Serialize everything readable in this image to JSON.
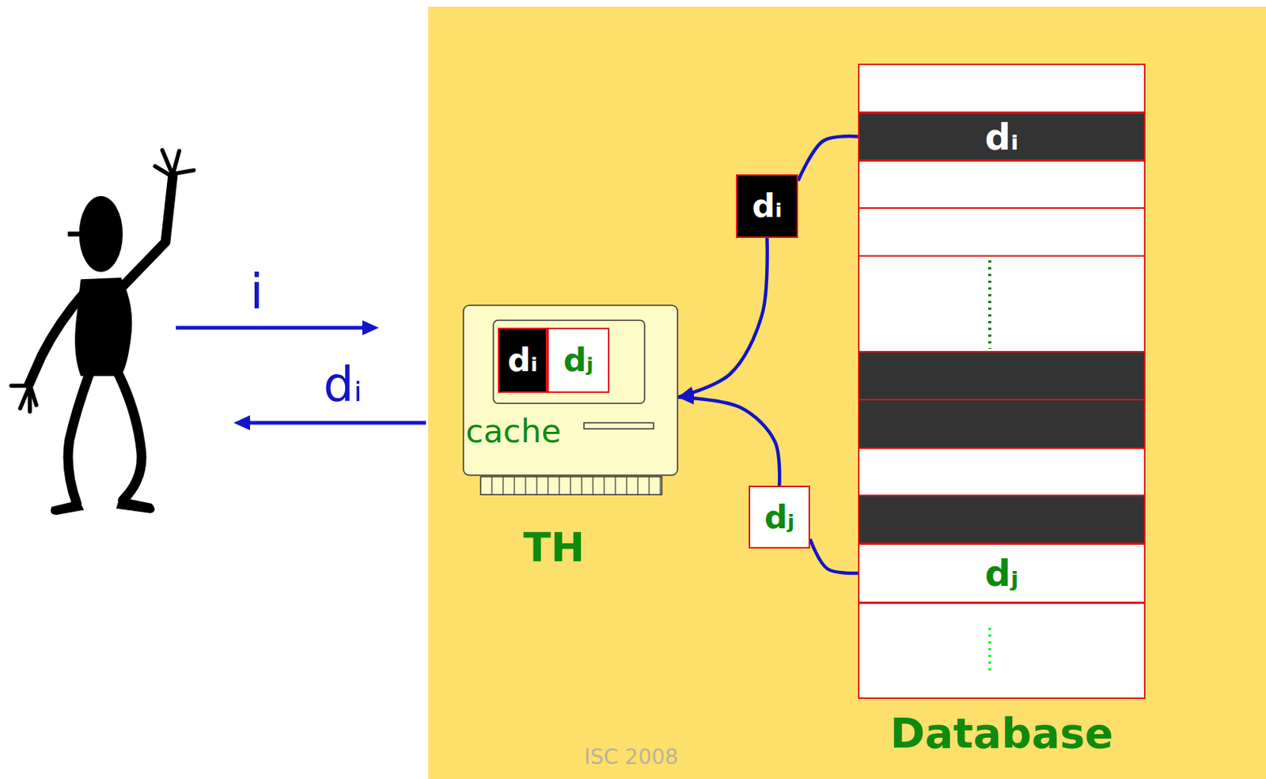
{
  "diagram": {
    "nodes": [
      {
        "text": [
          "cache",
          "TH"
        ]
      },
      {
        "text": [
          "dᵢ"
        ],
        "in": 0
      },
      {
        "text": [
          "dⱼ"
        ],
        "in": 0
      },
      {
        "text": [
          "dᵢ"
        ]
      },
      {
        "text": [
          "dⱼ"
        ]
      },
      {
        "text": [
          "Database"
        ]
      },
      {
        "text": [
          "dᵢ"
        ],
        "in": 5
      },
      {
        "text": [
          "dⱼ"
        ],
        "in": 5
      }
    ],
    "edges": [
      {
        "from": 6,
        "to": 3,
        "arrow": "none"
      },
      {
        "from": 3,
        "to": 0,
        "arrow": "to"
      },
      {
        "from": 7,
        "to": 4,
        "arrow": "none"
      },
      {
        "from": 4,
        "to": 0,
        "arrow": "to"
      }
    ],
    "labels": [
      "i",
      "dᵢ",
      "ISC 2008"
    ]
  }
}
